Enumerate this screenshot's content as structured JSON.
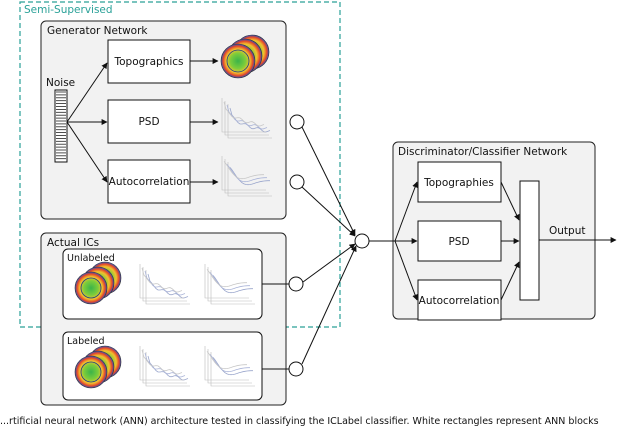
{
  "semi_supervised": {
    "label": "Semi-Supervised",
    "color": "#2aa198"
  },
  "generator": {
    "title": "Generator Network",
    "noise_label": "Noise",
    "topographics_label": "Topographics",
    "psd_label": "PSD",
    "autocorrelation_label": "Autocorrelation"
  },
  "actual_ics": {
    "title": "Actual ICs",
    "unlabeled_label": "Unlabeled",
    "labeled_label": "Labeled"
  },
  "discriminator": {
    "title": "Discriminator/Classifier Network",
    "topographies_label": "Topographies",
    "psd_label": "PSD",
    "autocorrelation_label": "Autocorrelation",
    "output_label": "Output"
  },
  "caption": "...rtificial neural network (ANN) architecture tested in classifying the ICLabel classifier. White rectangles represent ANN blocks"
}
